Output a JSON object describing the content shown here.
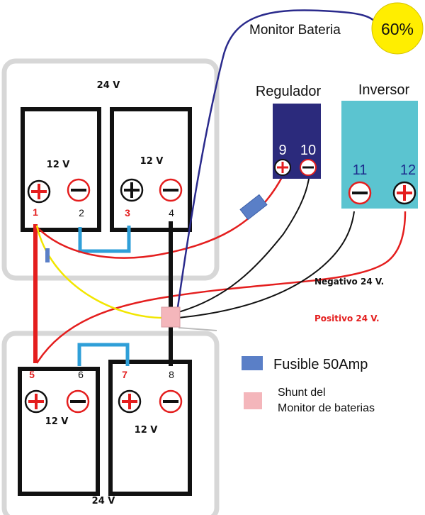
{
  "monitor": {
    "label": "Monitor Bateria",
    "percent": "60%"
  },
  "bank_top": {
    "voltage": "24 V"
  },
  "bank_bottom": {
    "voltage": "24 V"
  },
  "batteries": [
    {
      "id": "b1",
      "voltage": "12 V",
      "pos_terminal": "1",
      "neg_terminal": "2"
    },
    {
      "id": "b2",
      "voltage": "12 V",
      "pos_terminal": "3",
      "neg_terminal": "4"
    },
    {
      "id": "b3",
      "voltage": "12 V",
      "pos_terminal": "5",
      "neg_terminal": "6"
    },
    {
      "id": "b4",
      "voltage": "12 V",
      "pos_terminal": "7",
      "neg_terminal": "8"
    }
  ],
  "regulador": {
    "title": "Regulador",
    "pos_terminal": "9",
    "neg_terminal": "10"
  },
  "inversor": {
    "title": "Inversor",
    "neg_terminal": "11",
    "pos_terminal": "12"
  },
  "labels": {
    "negativo": "Negativo 24 V.",
    "positivo": "Positivo 24 V."
  },
  "legend": {
    "fuse": "Fusible 50Amp",
    "shunt_line1": "Shunt del",
    "shunt_line2": "Monitor de baterias"
  },
  "colors": {
    "red_wire": "#e41e1e",
    "black_wire": "#111111",
    "yellow_wire": "#f2e600",
    "blue_wire": "#2a2a8c",
    "bridge": "#2f9fd8",
    "fuse": "#5a7fc7",
    "shunt": "#f4b6bb",
    "regulador": "#2b2a7c",
    "inversor": "#5bc4d0",
    "monitor": "#ffee00"
  }
}
